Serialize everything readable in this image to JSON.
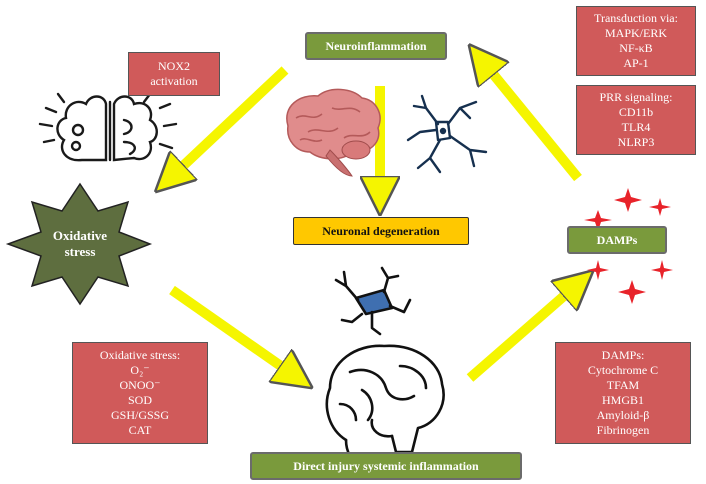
{
  "nodes": {
    "neuroinflammation": "Neuroinflammation",
    "neuronal_degeneration": "Neuronal degeneration",
    "damps": "DAMPs",
    "direct_injury": "Direct injury systemic inflammation",
    "oxidative_stress_line1": "Oxidative",
    "oxidative_stress_line2": "stress"
  },
  "boxes": {
    "nox2": [
      "NOX2",
      "activation"
    ],
    "transduction": [
      "Transduction via:",
      "MAPK/ERK",
      "NF-κB",
      "AP-1"
    ],
    "prr": [
      "PRR signaling:",
      "CD11b",
      "TLR4",
      "NLRP3"
    ],
    "oxidative_list": [
      "Oxidative stress:",
      "O₂⁻",
      "ONOO⁻",
      "SOD",
      "GSH/GSSG",
      "CAT"
    ],
    "damps_list": [
      "DAMPs:",
      "Cytochrome C",
      "TFAM",
      "HMGB1",
      "Amyloid-β",
      "Fibrinogen"
    ]
  },
  "colors": {
    "green": "#7a9a3c",
    "yellow": "#ffc800",
    "red_box": "#d05a5a",
    "arrow": "#f5f500",
    "spark": "#e8232a",
    "neuron": "#3f6fb0"
  },
  "icons": [
    "brain-gears-icon",
    "brain-photo-icon",
    "microglia-icon",
    "neuron-brain-icon",
    "spark-icon"
  ]
}
